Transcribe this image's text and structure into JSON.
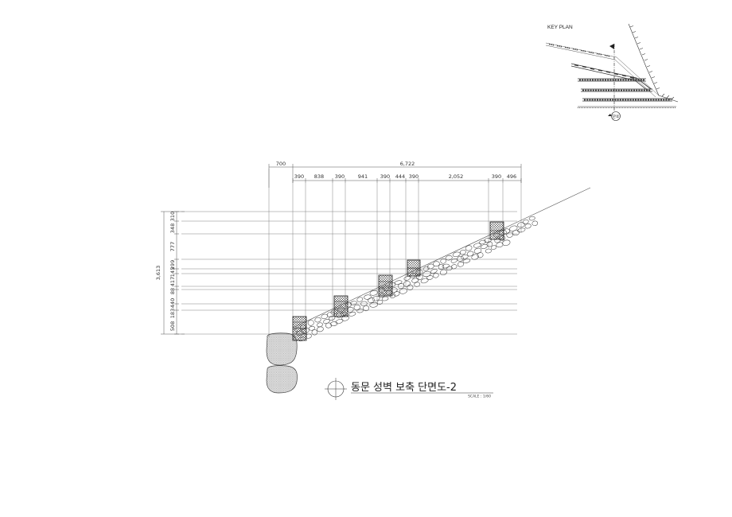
{
  "drawing": {
    "title": "동문 성벽 보축 단면도-2",
    "scale": "SCALE : 1/60"
  },
  "key_plan": {
    "title": "KEY PLAN",
    "section_marker": "단②"
  },
  "dimensions": {
    "top_overall": "6,722",
    "top_left": "700",
    "top_segments": [
      "390",
      "838",
      "390",
      "941",
      "390",
      "444",
      "390",
      "2,052",
      "390",
      "496"
    ],
    "left_overall": "3,613",
    "left_segments": [
      "310",
      "348",
      "777",
      "299",
      "145",
      "417",
      "88",
      "440",
      "183",
      "508"
    ]
  }
}
